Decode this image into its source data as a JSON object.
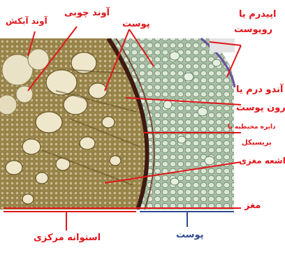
{
  "diagram": {
    "labels": {
      "tracheid": "آوند آبکش",
      "xylem": "آوند چوبی",
      "cortex_top": "پوست",
      "epidermis_1": "اپیدرم یا",
      "epidermis_2": "روپوست",
      "endodermis_1": "آندو درم یا",
      "endodermis_2": "درون پوست",
      "pericycle_1": "دایره محیطیه یا",
      "pericycle_2": "پریسیکل",
      "medullary_ray": "اشعه مغزی",
      "pith": "مغز",
      "central_cylinder": "استوانه مرکزی",
      "cortex_bottom": "پوست"
    },
    "colors": {
      "label_red": "#e0161b",
      "label_blue": "#2f4a8f",
      "stele_tissue": "#9c8a4e",
      "cortex_tissue": "#9fb79c",
      "endodermis_ring": "#3d1a12"
    }
  }
}
